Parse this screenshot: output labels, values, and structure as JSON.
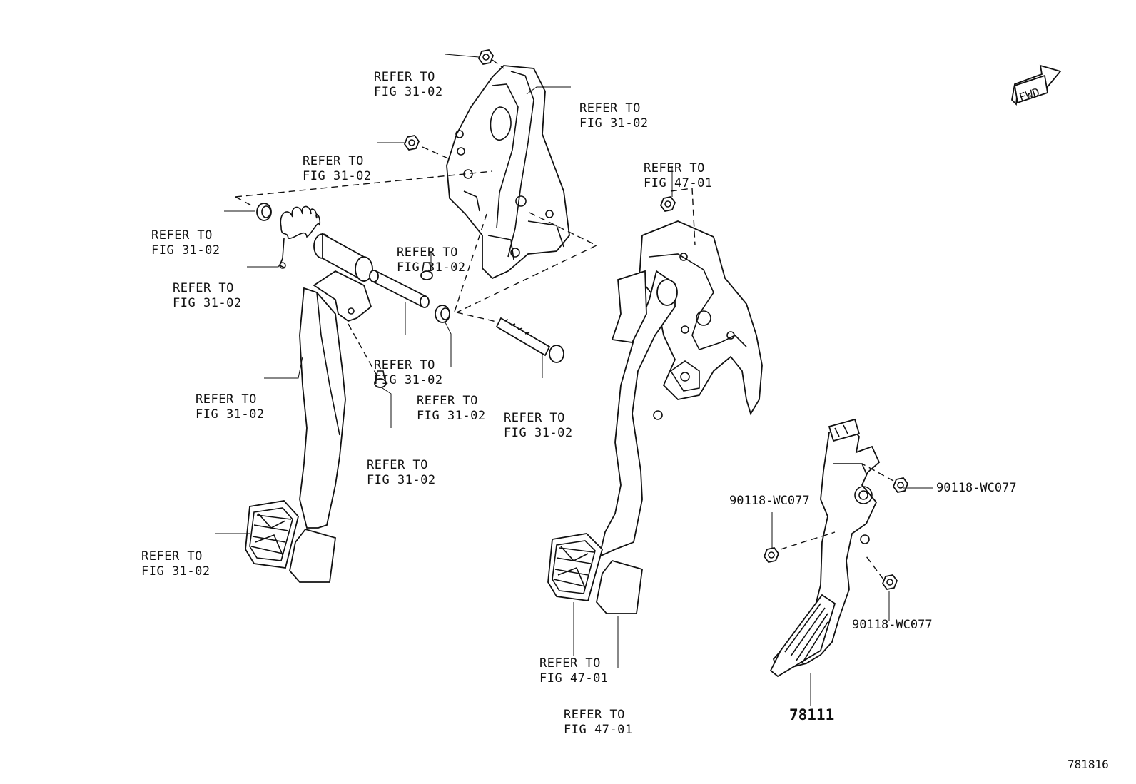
{
  "labels": {
    "refer_31_02_top": [
      "REFER TO",
      "FIG 31-02"
    ],
    "refer_31_02_bracket": [
      "REFER TO",
      "FIG 31-02"
    ],
    "refer_31_02_nut": [
      "REFER TO",
      "FIG 31-02"
    ],
    "refer_31_02_bushing": [
      "REFER TO",
      "FIG 31-02"
    ],
    "refer_31_02_spring": [
      "REFER TO",
      "FIG 31-02"
    ],
    "refer_31_02_clip": [
      "REFER TO",
      "FIG 31-02"
    ],
    "refer_31_02_shaft": [
      "REFER TO",
      "FIG 31-02"
    ],
    "refer_31_02_collar": [
      "REFER TO",
      "FIG 31-02"
    ],
    "refer_31_02_bolt": [
      "REFER TO",
      "FIG 31-02"
    ],
    "refer_31_02_arm": [
      "REFER TO",
      "FIG 31-02"
    ],
    "refer_31_02_pin": [
      "REFER TO",
      "FIG 31-02"
    ],
    "refer_31_02_pad": [
      "REFER TO",
      "FIG 31-02"
    ],
    "refer_47_01_nut": [
      "REFER TO",
      "FIG 47-01"
    ],
    "refer_47_01_pad": [
      "REFER TO",
      "FIG 47-01"
    ],
    "refer_47_01_cushion": [
      "REFER TO",
      "FIG 47-01"
    ]
  },
  "part_numbers": {
    "nut_left": "90118-WC077",
    "nut_right": "90118-WC077",
    "nut_bottom": "90118-WC077",
    "accel_pedal": "78111"
  },
  "fwd_badge": "FWD",
  "figure_code": "781816"
}
